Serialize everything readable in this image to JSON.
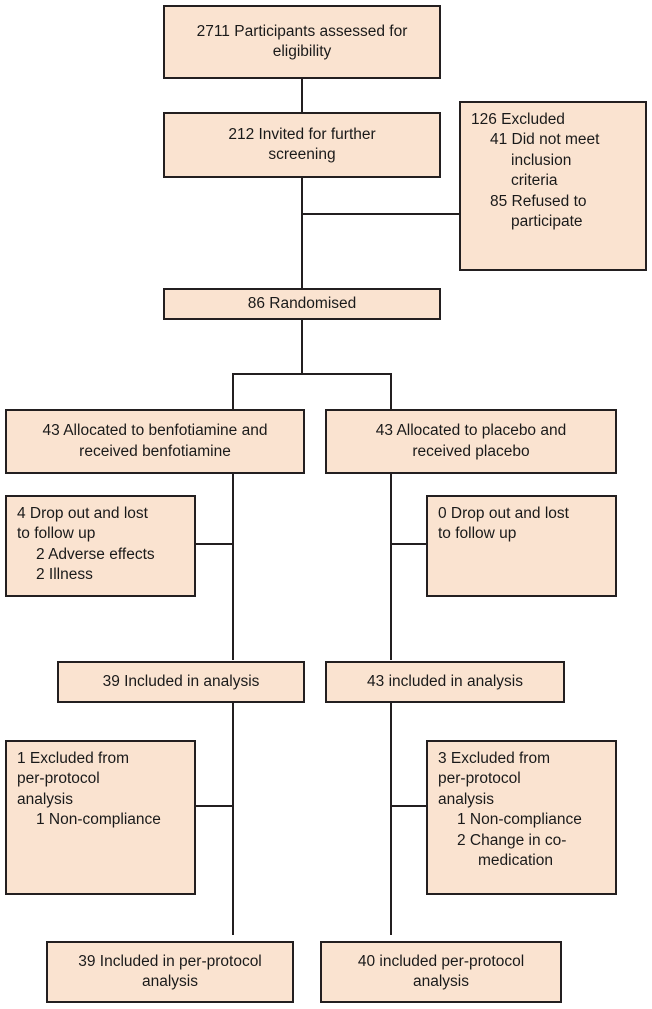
{
  "diagram": {
    "title": "CONSORT participant flow diagram",
    "type": "flowchart",
    "fill_color": "#fae3d0",
    "border_color": "#231f20",
    "background_color": "#ffffff"
  },
  "nodes": {
    "assessed": {
      "line1": "2711 Participants assessed for",
      "line2": "eligibility"
    },
    "invited": {
      "line1": "212 Invited for further",
      "line2": "screening"
    },
    "excluded": {
      "line1": "126 Excluded",
      "line2": "41 Did not meet",
      "line3": "inclusion",
      "line4": "criteria",
      "line5": "85 Refused to",
      "line6": "participate"
    },
    "randomised": {
      "line1": "86 Randomised"
    },
    "alloc_treatment": {
      "line1": "43 Allocated to benfotiamine and",
      "line2": "received benfotiamine"
    },
    "alloc_placebo": {
      "line1": "43 Allocated to placebo and",
      "line2": "received placebo"
    },
    "dropout_treatment": {
      "line1": "4 Drop out and lost",
      "line2": "to follow up",
      "line3": "2 Adverse effects",
      "line4": "2 Illness"
    },
    "dropout_placebo": {
      "line1": "0 Drop out and lost",
      "line2": "to follow up"
    },
    "analysis_treatment": {
      "line1": "39 Included in analysis"
    },
    "analysis_placebo": {
      "line1": "43 included in analysis"
    },
    "pp_excluded_treatment": {
      "line1": "1 Excluded from",
      "line2": "per-protocol",
      "line3": "analysis",
      "line4": "1 Non-compliance"
    },
    "pp_excluded_placebo": {
      "line1": "3 Excluded from",
      "line2": "per-protocol",
      "line3": "analysis",
      "line4": "1 Non-compliance",
      "line5": "2 Change in co-",
      "line6": "medication"
    },
    "pp_analysis_treatment": {
      "line1": "39 Included in per-protocol",
      "line2": "analysis"
    },
    "pp_analysis_placebo": {
      "line1": "40 included per-protocol",
      "line2": "analysis"
    }
  },
  "chart_data": {
    "type": "flowchart",
    "title": "CONSORT participant flow diagram",
    "stages": [
      {
        "stage": "Assessed for eligibility",
        "n": 2711
      },
      {
        "stage": "Invited for further screening",
        "n": 212
      },
      {
        "stage": "Excluded",
        "n": 126,
        "reasons": [
          {
            "reason": "Did not meet inclusion criteria",
            "n": 41
          },
          {
            "reason": "Refused to participate",
            "n": 85
          }
        ]
      },
      {
        "stage": "Randomised",
        "n": 86
      }
    ],
    "arms": [
      {
        "name": "Benfotiamine",
        "allocated": 43,
        "received": 43,
        "dropout": 4,
        "dropout_reasons": [
          {
            "reason": "Adverse effects",
            "n": 2
          },
          {
            "reason": "Illness",
            "n": 2
          }
        ],
        "included_in_analysis": 39,
        "excluded_per_protocol": 1,
        "per_protocol_exclusion_reasons": [
          {
            "reason": "Non-compliance",
            "n": 1
          }
        ],
        "included_per_protocol": 39
      },
      {
        "name": "Placebo",
        "allocated": 43,
        "received": 43,
        "dropout": 0,
        "dropout_reasons": [],
        "included_in_analysis": 43,
        "excluded_per_protocol": 3,
        "per_protocol_exclusion_reasons": [
          {
            "reason": "Non-compliance",
            "n": 1
          },
          {
            "reason": "Change in co-medication",
            "n": 2
          }
        ],
        "included_per_protocol": 40
      }
    ]
  }
}
